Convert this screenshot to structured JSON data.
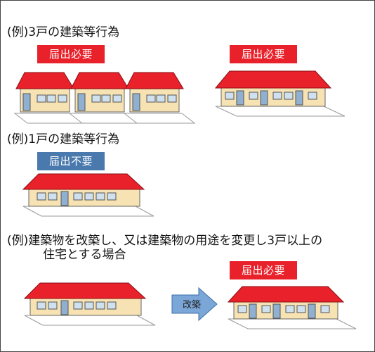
{
  "example1": {
    "heading": "(例)3戸の建築等行為",
    "badge_left": "届出必要",
    "badge_right": "届出必要"
  },
  "example2": {
    "heading": "(例)1戸の建築等行為",
    "badge": "届出不要"
  },
  "example3": {
    "heading_line1": "(例)建築物を改築し、又は建築物の用途を変更し3戸以上の",
    "heading_line2": "住宅とする場合",
    "badge": "届出必要",
    "arrow_label": "改築"
  },
  "colors": {
    "required_badge": "#e8212a",
    "not_required_badge": "#4a79ad",
    "roof": "#e8212a",
    "wall": "#f6e2b2",
    "window": "#cfe0ef",
    "door": "#8fb0d0",
    "arrow": "#7ba6d8"
  }
}
